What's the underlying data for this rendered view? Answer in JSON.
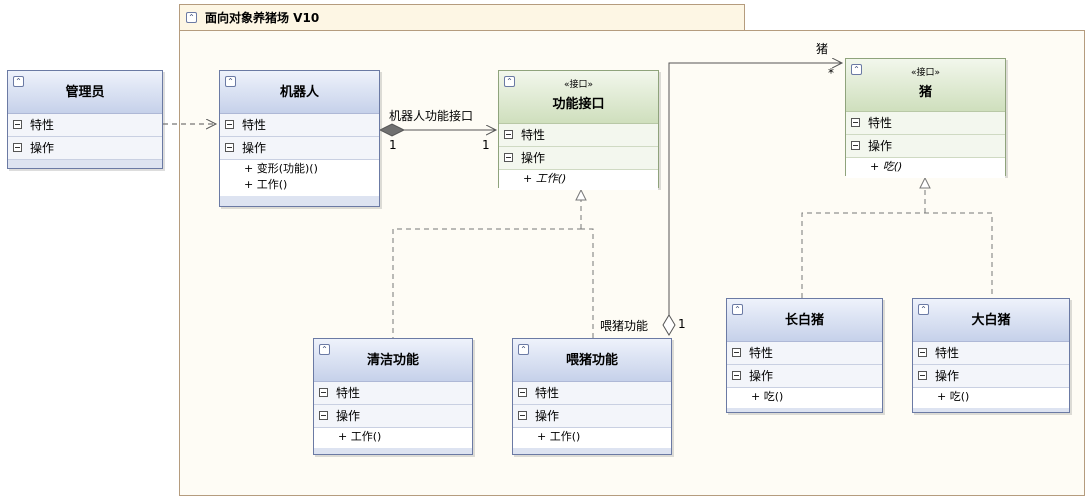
{
  "package": {
    "title": "面向对象养猪场 V10"
  },
  "sections": {
    "attributes": "特性",
    "operations": "操作"
  },
  "classes": {
    "admin": {
      "name": "管理员"
    },
    "robot": {
      "name": "机器人",
      "ops": [
        "+ 变形(功能)()",
        "+ 工作()"
      ]
    },
    "function_iface": {
      "stereotype": "«接口»",
      "name": "功能接口",
      "ops": [
        "+ 工作()"
      ]
    },
    "pig_iface": {
      "stereotype": "«接口»",
      "name": "猪",
      "ops": [
        "+ 吃()"
      ]
    },
    "cleaning": {
      "name": "清洁功能",
      "ops": [
        "+ 工作()"
      ]
    },
    "feeding": {
      "name": "喂猪功能",
      "ops": [
        "+ 工作()"
      ]
    },
    "long_white": {
      "name": "长白猪",
      "ops": [
        "+ 吃()"
      ]
    },
    "large_white": {
      "name": "大白猪",
      "ops": [
        "+ 吃()"
      ]
    }
  },
  "relations": {
    "robot_function": {
      "role": "机器人功能接口",
      "mult_src": "1",
      "mult_dst": "1"
    },
    "feeding_pig": {
      "role_src": "喂猪功能",
      "mult_src": "1",
      "role_dst": "猪",
      "mult_dst": "*"
    }
  },
  "colors": {
    "class_fill": "#dde3f1",
    "interface_fill": "#e4edd9",
    "package_fill": "#fefcf5",
    "line": "#7a7a7a"
  }
}
